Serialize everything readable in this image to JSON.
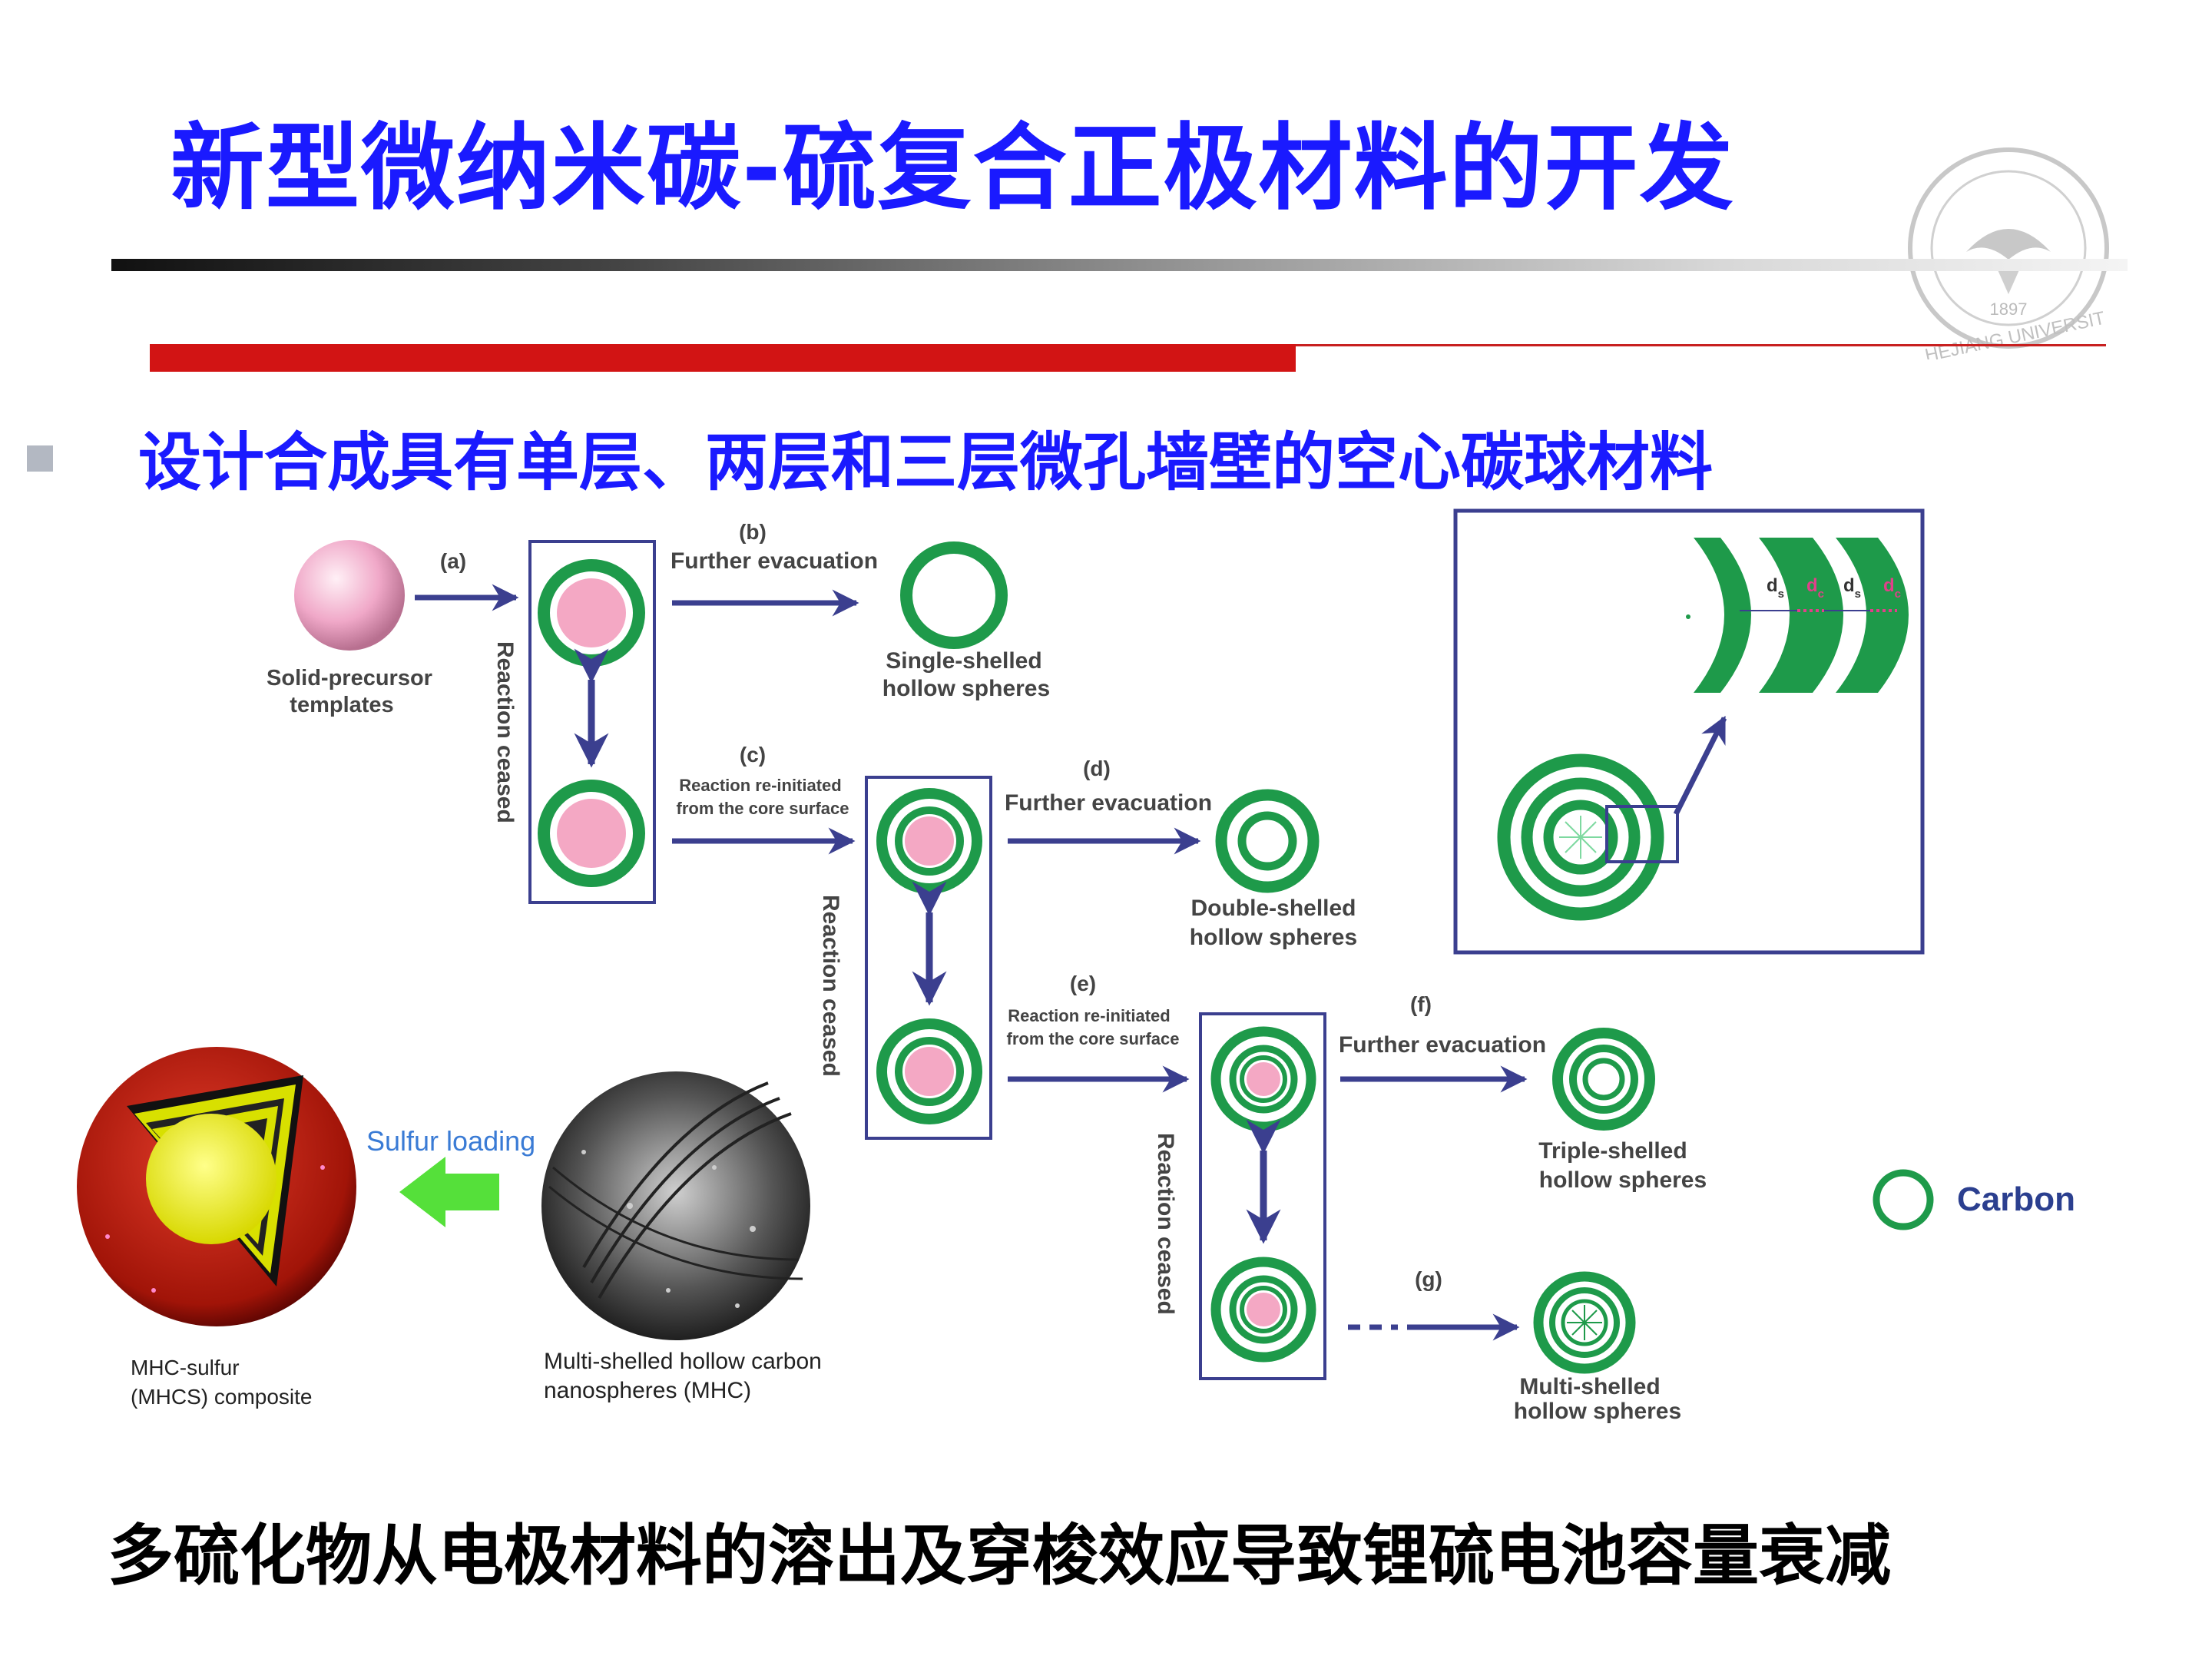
{
  "slide": {
    "title": "新型微纳米碳-硫复合正极材料的开发",
    "subtitle": "设计合成具有单层、两层和三层微孔墙壁的空心碳球材料",
    "footer": "多硫化物从电极材料的溶出及穿梭效应导致锂硫电池容量衰减"
  },
  "seal": {
    "year": "1897",
    "text": "HEJIANG UNIVERSIT"
  },
  "diagram": {
    "step_a": "(a)",
    "step_b": "(b)",
    "step_c": "(c)",
    "step_d": "(d)",
    "step_e": "(e)",
    "step_f": "(f)",
    "step_g": "(g)",
    "solid_precursor_1": "Solid-precursor",
    "solid_precursor_2": "templates",
    "reaction_ceased": "Reaction ceased",
    "further_evacuation": "Further evacuation",
    "reinitiated_1": "Reaction re-initiated",
    "reinitiated_2": "from the core surface",
    "single_1": "Single-shelled",
    "single_2": "hollow spheres",
    "double_1": "Double-shelled",
    "double_2": "hollow spheres",
    "triple_1": "Triple-shelled",
    "triple_2": "hollow spheres",
    "multi_1": "Multi-shelled",
    "multi_2": "hollow spheres",
    "carbon_legend": "Carbon",
    "sulfur_loading": "Sulfur loading",
    "mhcs_1": "MHC-sulfur",
    "mhcs_2": "(MHCS) composite",
    "mhc_1": "Multi-shelled hollow carbon",
    "mhc_2": "nanospheres (MHC)",
    "inset_ds": "d",
    "inset_ds_sub": "s",
    "inset_dc": "d",
    "inset_dc_sub": "c"
  },
  "colors": {
    "title_blue": "#1a1aff",
    "red_bar": "#d21414",
    "carbon_green": "#1e9a4a",
    "core_pink": "#f4a8c4",
    "arrow_navy": "#3b3f8f",
    "sulfur_arrow": "#55e03a",
    "sulfur_text": "#3a7bd5"
  }
}
